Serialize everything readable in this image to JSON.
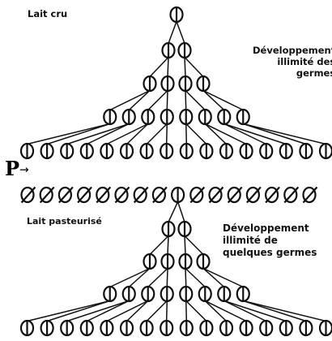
{
  "raw_milk": {
    "label": "Lait cru",
    "development_line1": "Développement",
    "development_line2": "illimité des",
    "development_line3": "germes",
    "rows": [
      1,
      2,
      4,
      8,
      16
    ]
  },
  "pasteurization": {
    "symbol": "P",
    "arrow": "→",
    "germs_total": 16,
    "germs_surviving": 1
  },
  "pasteurized_milk": {
    "label": "Lait pasteurisé",
    "development_line1": "Développement",
    "development_line2": "illimité de",
    "development_line3": "quelques germes",
    "rows": [
      1,
      2,
      4,
      8,
      16
    ]
  },
  "colors": {
    "ink": "#111111",
    "background": "#ffffff"
  },
  "icons": {
    "live_germ": "circle-vertical-bar-icon",
    "killed_germ": "circle-slash-icon"
  }
}
